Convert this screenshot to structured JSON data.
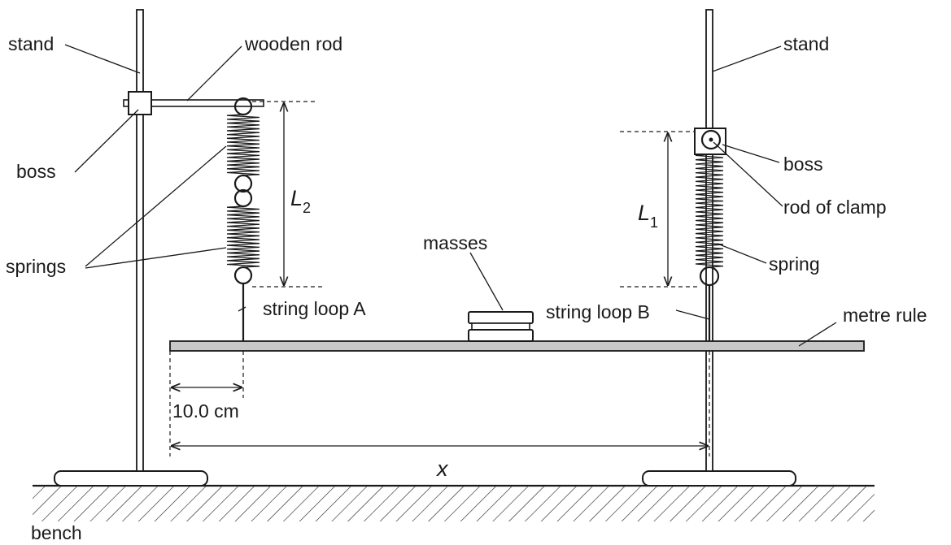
{
  "labels": {
    "stand_left": "stand",
    "stand_right": "stand",
    "wooden_rod": "wooden rod",
    "boss_left": "boss",
    "boss_right": "boss",
    "rod_of_clamp": "rod of clamp",
    "springs": "springs",
    "spring": "spring",
    "masses": "masses",
    "string_loop_a": "string loop A",
    "string_loop_b": "string loop B",
    "metre_rule": "metre rule",
    "distance_10": "10.0 cm",
    "x": "x",
    "bench": "bench",
    "L2_letter": "L",
    "L2_sub": "2",
    "L1_letter": "L",
    "L1_sub": "1"
  },
  "colors": {
    "ink": "#1a1a1a",
    "rule_fill": "#c8c8c8",
    "background": "#ffffff"
  }
}
